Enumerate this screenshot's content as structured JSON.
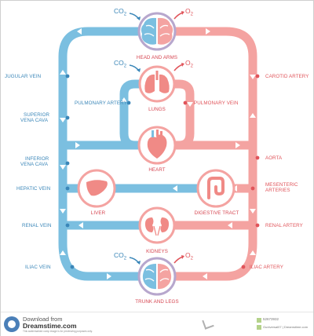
{
  "gases": {
    "co2": "CO",
    "co2_sub": "2",
    "o2": "O",
    "o2_sub": "2"
  },
  "organs": {
    "head": "HEAD AND ARMS",
    "lungs": "LUNGS",
    "heart": "HEART",
    "liver": "LIVER",
    "digestive": "DIGESTIVE TRACT",
    "kidneys": "KIDNEYS",
    "trunk": "TRUNK AND LEGS"
  },
  "veins": {
    "jugular": "JUGULAR VEIN",
    "superior_1": "SUPERIOR",
    "superior_2": "VENA CAVA",
    "pulmonary_artery": "PULMONARY ARTERY",
    "inferior_1": "INFERIOR",
    "inferior_2": "VENA CAVA",
    "hepatic": "HEPATIC VEIN",
    "renal": "RENAL VEIN",
    "iliac": "ILIAC VEIN"
  },
  "arteries": {
    "carotid": "CAROTID ARTERY",
    "pulmonary_vein": "PULMONARY VEIN",
    "aorta": "AORTA",
    "mesenteric_1": "MESENTERIC",
    "mesenteric_2": "ARTERIES",
    "renal": "RENAL ARTERY",
    "iliac": "ILIAC  ARTERY"
  },
  "footer": {
    "download": "Download from",
    "site": "Dreamstime.com",
    "disclaimer": "This watermarked comp image is for previewing purposes only.",
    "image_id": "52673932",
    "credit": "Guniversal07 | Dreamstime.com"
  },
  "colors": {
    "vein": "#7bbfe0",
    "artery": "#f4a3a1",
    "organ": "#f08a86",
    "label_blue": "#3a86b8",
    "label_red": "#e0545a"
  }
}
